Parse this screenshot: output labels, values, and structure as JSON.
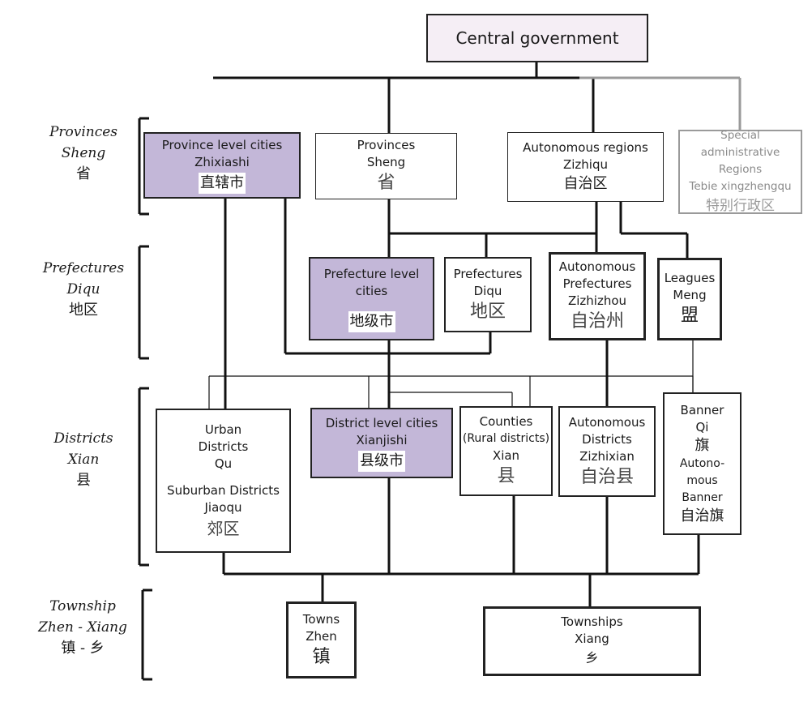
{
  "central": "Central government",
  "levels": {
    "provinces": {
      "l1": "Provinces",
      "l2": "Sheng",
      "zh": "省"
    },
    "prefectures": {
      "l1": "Prefectures",
      "l2": "Diqu",
      "zh": "地区"
    },
    "districts": {
      "l1": "Districts",
      "l2": "Xian",
      "zh": "县"
    },
    "township": {
      "l1": "Township",
      "l2": "Zhen - Xiang",
      "zh": "镇 - 乡"
    }
  },
  "boxes": {
    "province_cities": {
      "l1": "Province level cities",
      "l2": "Zhixiashi",
      "zh": "直辖市"
    },
    "provinces": {
      "l1": "Provinces",
      "l2": "Sheng",
      "zh": "省"
    },
    "autonomous_regions": {
      "l1": "Autonomous regions",
      "l2": "Zizhiqu",
      "zh": "自治区"
    },
    "special": {
      "l1": "Special administrative",
      "l2": "Regions",
      "l3": "Tebie xingzhengqu",
      "zh": "特别行政区"
    },
    "prefecture_cities": {
      "l1": "Prefecture level",
      "l2": "cities",
      "zh": "地级市"
    },
    "prefectures": {
      "l1": "Prefectures",
      "l2": "Diqu",
      "zh": "地区"
    },
    "auto_prefectures": {
      "l1": "Autonomous",
      "l2": "Prefectures",
      "l3": "Zizhizhou",
      "zh": "自治州"
    },
    "leagues": {
      "l1": "Leagues",
      "l2": "Meng",
      "zh": "盟"
    },
    "urban": {
      "l1": "Urban",
      "l2": "Districts",
      "l3": "Qu",
      "l4": "Suburban Districts",
      "l5": "Jiaoqu",
      "zh": "郊区"
    },
    "district_cities": {
      "l1": "District level cities",
      "l2": "Xianjishi",
      "zh": "县级市"
    },
    "counties": {
      "l1": "Counties",
      "l2": "(Rural districts)",
      "l3": "Xian",
      "zh": "县"
    },
    "auto_districts": {
      "l1": "Autonomous",
      "l2": "Districts",
      "l3": "Zizhixian",
      "zh": "自治县"
    },
    "banner": {
      "l1": "Banner",
      "l2": "Qi",
      "zh1": "旗",
      "l3": "Autono-",
      "l4": "mous",
      "l5": "Banner",
      "zh2": "自治旗"
    },
    "towns": {
      "l1": "Towns",
      "l2": "Zhen",
      "zh": "镇"
    },
    "townships": {
      "l1": "Townships",
      "l2": "Xiang",
      "zh": "乡"
    }
  },
  "colors": {
    "purple": "#c3b7d8",
    "line": "#111111",
    "gray": "#9a9a9a",
    "central_bg": "#f5eef5"
  }
}
